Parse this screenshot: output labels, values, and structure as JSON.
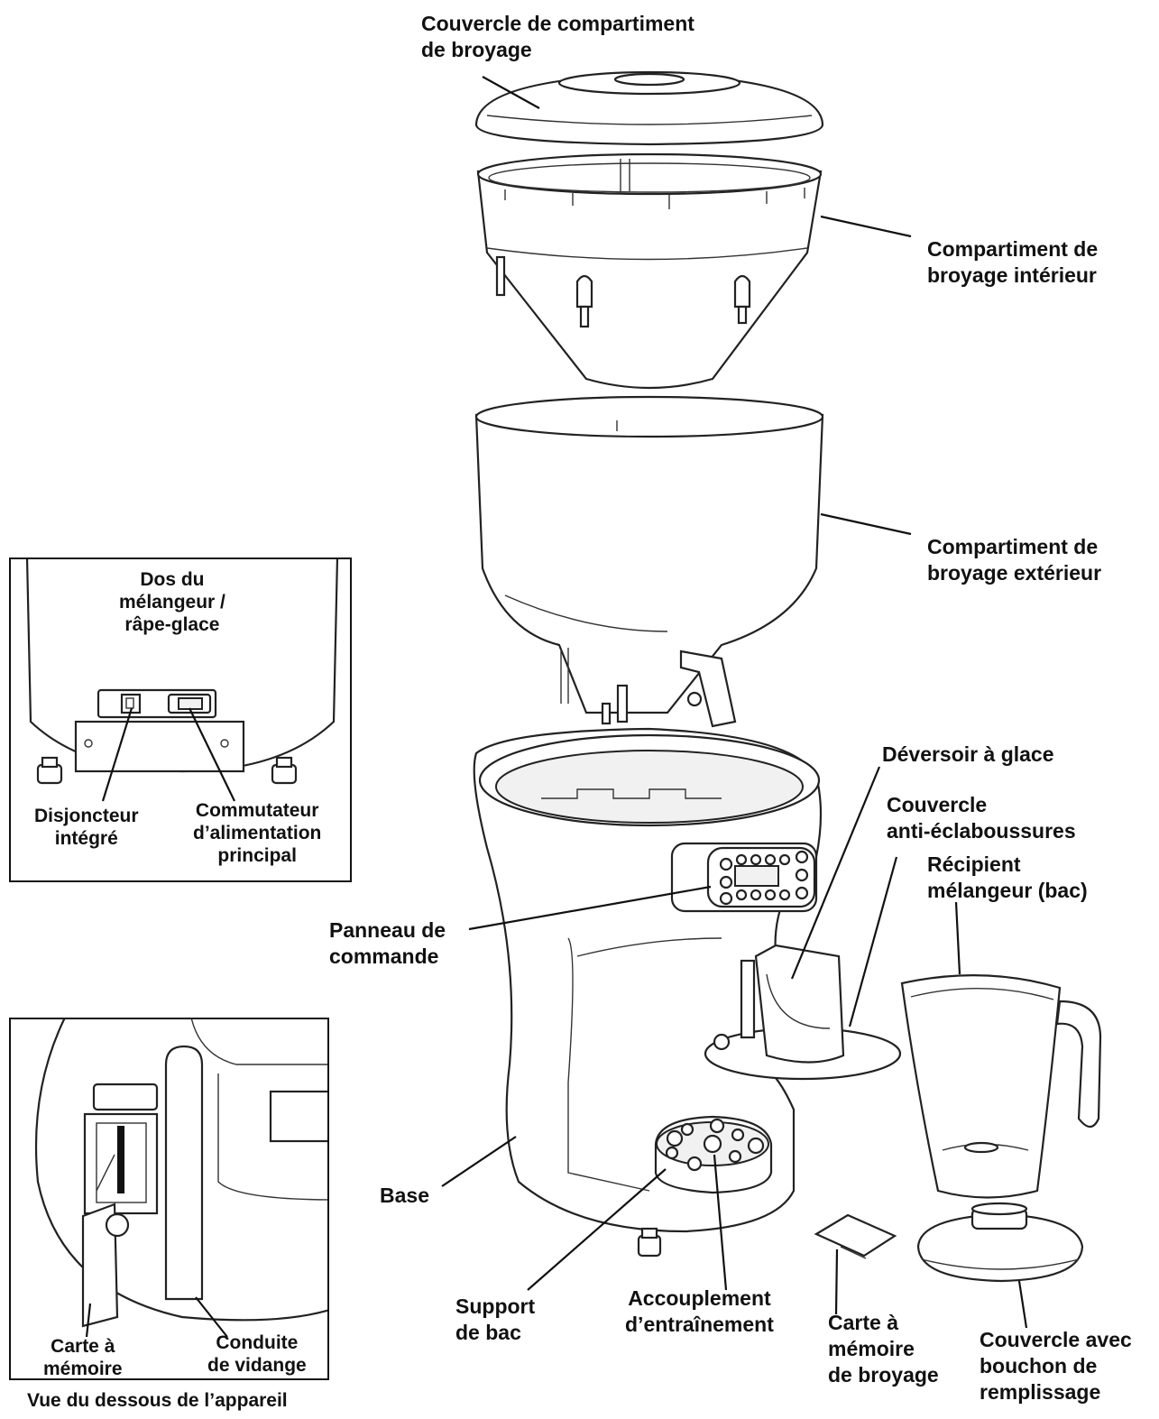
{
  "labels": {
    "grinding_lid": [
      "Couvercle de compartiment",
      "de broyage"
    ],
    "inner_grinding": [
      "Compartiment de",
      "broyage intérieur"
    ],
    "outer_grinding": [
      "Compartiment de",
      "broyage extérieur"
    ],
    "ice_chute": [
      "Déversoir à glace"
    ],
    "splash_lid": [
      "Couvercle",
      "anti-éclaboussures"
    ],
    "blender_jar": [
      "Récipient",
      "mélangeur (bac)"
    ],
    "control_panel": [
      "Panneau de",
      "commande"
    ],
    "base": [
      "Base"
    ],
    "jar_pad": [
      "Support",
      "de bac"
    ],
    "drive_coupling": [
      "Accouplement",
      "d’entraînement"
    ],
    "grind_memory_card": [
      "Carte à",
      "mémoire",
      "de broyage"
    ],
    "lid_with_cap": [
      "Couvercle avec",
      "bouchon de",
      "remplissage"
    ]
  },
  "inset_back": {
    "title": [
      "Dos du",
      "mélangeur /",
      "râpe-glace"
    ],
    "breaker": [
      "Disjoncteur",
      "intégré"
    ],
    "main_switch": [
      "Commutateur",
      "d’alimentation",
      "principal"
    ]
  },
  "inset_bottom": {
    "memory_card": [
      "Carte à",
      "mémoire"
    ],
    "drain": [
      "Conduite",
      "de vidange"
    ],
    "caption": "Vue du dessous de l’appareil"
  }
}
